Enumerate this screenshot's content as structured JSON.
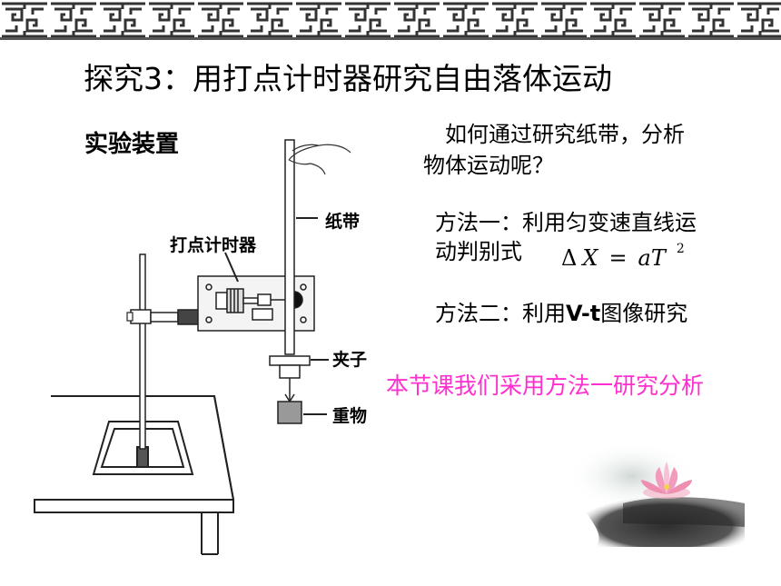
{
  "slide": {
    "title": "探究3：用打点计时器研究自由落体运动",
    "section_label": "实验装置",
    "question_line1": "如何通过研究纸带，分析",
    "question_line2": "物体运动呢？",
    "method1_line1": "方法一：利用匀变速直线运",
    "method1_line2": "动判别式",
    "formula": {
      "delta": "Δ",
      "x": "X",
      "eq": "=",
      "aT": "aT",
      "power": "2"
    },
    "method2_prefix": "方法二：利用",
    "method2_vt": "V-t",
    "method2_suffix": "图像研究",
    "highlight": "本节课我们采用方法一研究分析"
  },
  "diagram": {
    "labels": {
      "tape": "纸带",
      "timer": "打点计时器",
      "clamp": "夹子",
      "weight": "重物"
    }
  },
  "colors": {
    "highlight": "#ff2fcf",
    "border": "#333333"
  }
}
